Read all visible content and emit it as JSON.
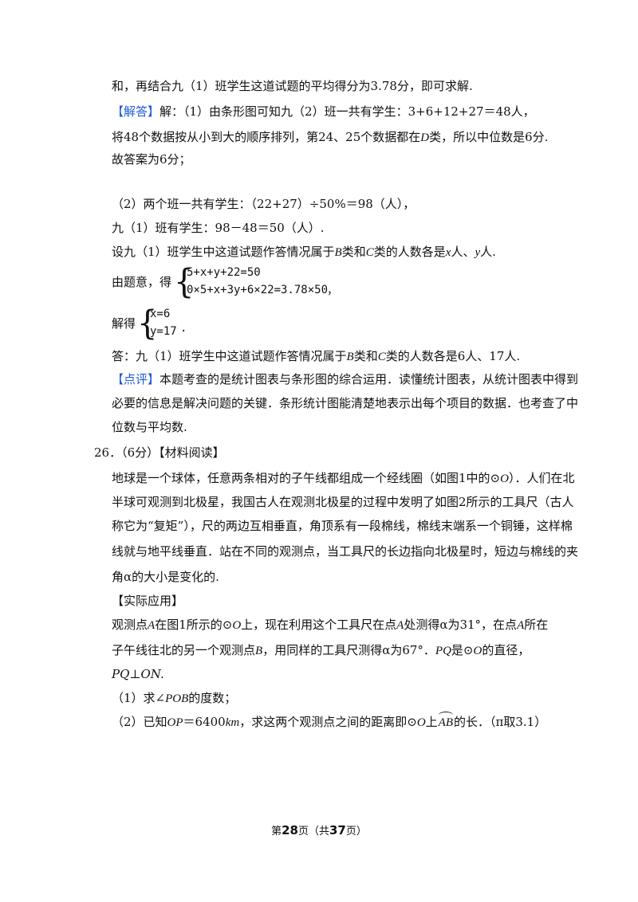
{
  "intro": "和，再结合九（1）班学生这道试题的平均得分为3.78分，即可求解.",
  "answer_tag": "【解答】",
  "answer": {
    "p1": "解：（1）由条形图可知九（2）班一共有学生：3+6+12+27＝48人，",
    "p2a": "将48个数据按从小到大的顺序排列，第24、25个数据都在",
    "p2_D": "D",
    "p2b": "类，所以中位数是6分.",
    "p3": "故答案为6分；",
    "p4": "（2）两个班一共有学生：（22+27）÷50%＝98（人），",
    "p5": "九（1）班有学生：98－48＝50（人）.",
    "p6a": "设九（1）班学生中这道试题作答情况属于",
    "p6_B": "B",
    "p6b": "类和",
    "p6_C": "C",
    "p6c": "类的人数各是",
    "p6_x": "x",
    "p6d": "人、",
    "p6_y": "y",
    "p6e": "人.",
    "sys1_label": "由题意，得",
    "sys1_eq1": "5+x+y+22=50",
    "sys1_eq2": "0×5+x+3y+6×22=3.78×50",
    "sys1_end": "，",
    "sys2_label": "解得",
    "sys2_eq1": "x=6",
    "sys2_eq2": "y=17",
    "sys2_end": ".",
    "conc_a": "答：九（1）班学生中这道试题作答情况属于",
    "conc_B": "B",
    "conc_b": "类和",
    "conc_C": "C",
    "conc_c": "类的人数各是6人、17人."
  },
  "comment_tag": "【点评】",
  "comment": {
    "l1": "本题考查的是统计图表与条形图的综合运用．读懂统计图表，从统计图表中得到",
    "l2": "必要的信息是解决问题的关键．条形统计图能清楚地表示出每个项目的数据．也考查了中",
    "l3": "位数与平均数."
  },
  "q26": {
    "head": "26．（6分）【材料阅读】",
    "r1a": "地球是一个球体，任意两条相对的子午线都组成一个经线圈（如图1中的⊙",
    "r1_O": "O",
    "r1b": "）．人们在北",
    "r2": "半球可观测到北极星，我国古人在观测北极星的过程中发明了如图2所示的工具尺（古人",
    "r3": "称它为“复矩”），尺的两边互相垂直，角顶系有一段棉线，棉线末端系一个铜锤，这样棉",
    "r4": "线就与地平线垂直．站在不同的观测点，当工具尺的长边指向北极星时，短边与棉线的夹",
    "r5": "角α的大小是变化的.",
    "app_head": "【实际应用】",
    "a1a": "观测点",
    "a1_A": "A",
    "a1b": "在图1所示的⊙",
    "a1_O": "O",
    "a1c": "上，现在利用这个工具尺在点",
    "a1_A2": "A",
    "a1d": "处测得α为31°，在点",
    "a1_A3": "A",
    "a1e": "所在",
    "a2a": "子午线往北的另一个观测点",
    "a2_B": "B",
    "a2b": "，用同样的工具尺测得α为67°．",
    "a2_PQ": "PQ",
    "a2c": "是⊙",
    "a2_O": "O",
    "a2d": "的直径，",
    "a3": "PQ⊥ON.",
    "s1a": "（1）求∠",
    "s1_POB": "POB",
    "s1b": "的度数；",
    "s2a": "（2）已知",
    "s2_OP": "OP",
    "s2b": "＝6400",
    "s2_km": "km",
    "s2c": "，求这两个观测点之间的距离即⊙",
    "s2_O": "O",
    "s2d": "上",
    "s2_AB": "AB",
    "s2e": "的长．（π取3.1）"
  },
  "footer": {
    "pre": "第",
    "page": "28",
    "mid": "页（共",
    "total": "37",
    "post": "页）"
  }
}
